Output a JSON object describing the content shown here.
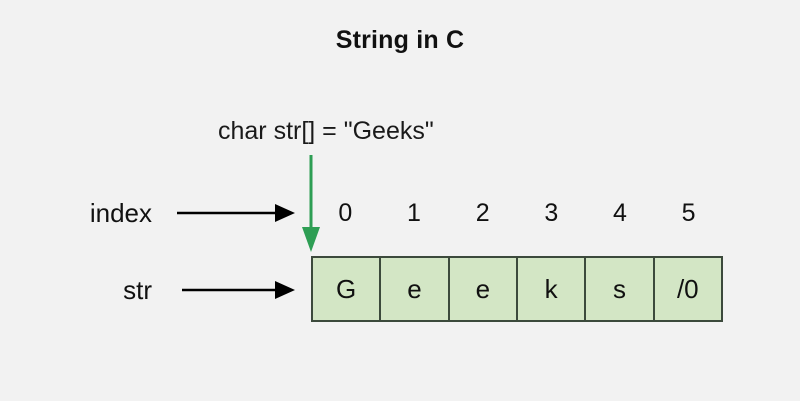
{
  "diagram": {
    "title": "String in C",
    "background_color": "#f2f2f2",
    "code_label": "char str[] = \"Geeks\"",
    "pointer": {
      "icon": "down-arrow-icon",
      "color": "#2e9e54",
      "points_to_index": "0"
    },
    "rows": [
      {
        "label": "index",
        "arrow_icon": "right-arrow-icon",
        "arrow_color": "#000000"
      },
      {
        "label": "str",
        "arrow_icon": "right-arrow-icon",
        "arrow_color": "#000000"
      }
    ],
    "indices": [
      "0",
      "1",
      "2",
      "3",
      "4",
      "5"
    ],
    "characters": [
      "G",
      "e",
      "e",
      "k",
      "s",
      "/0"
    ],
    "cell_fill_color": "#d3e6c5",
    "cell_border_color": "#3c4a3c"
  }
}
